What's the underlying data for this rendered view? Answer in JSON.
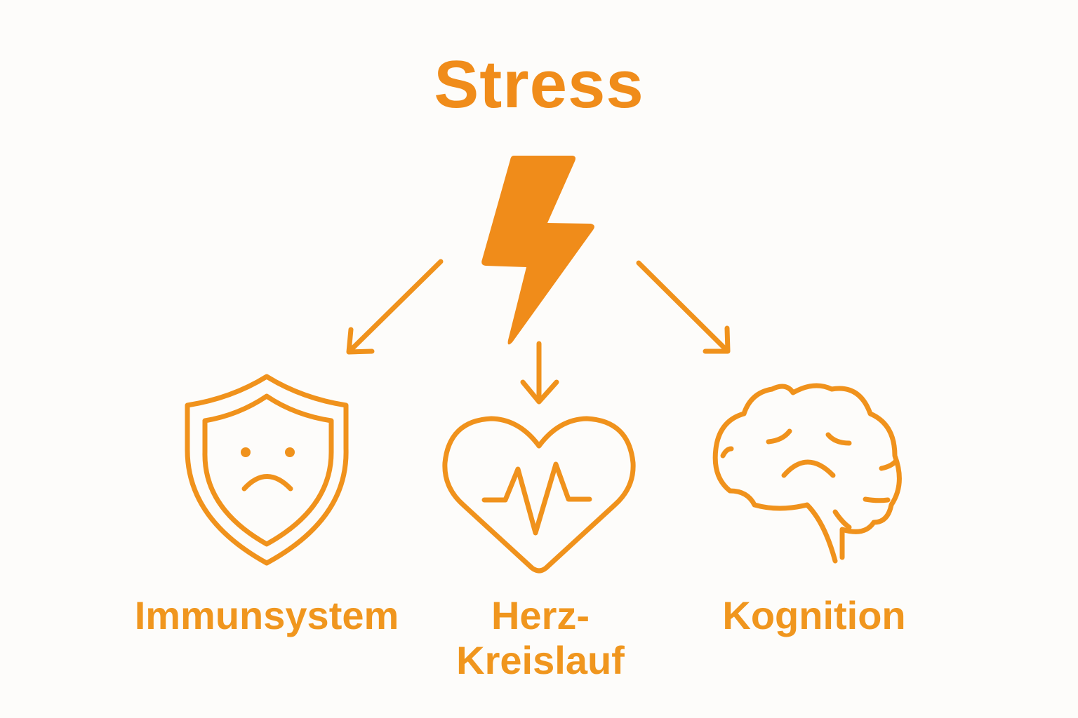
{
  "title": "Stress",
  "colors": {
    "accent": "#f08c1a",
    "label": "#f0961e",
    "background": "#fdfcfa"
  },
  "central_icon": "lightning-bolt-icon",
  "branches": [
    {
      "label": "Immunsystem",
      "icon": "sad-shield-icon",
      "arrow": "arrow-down-left"
    },
    {
      "label_line1": "Herz-",
      "label_line2": "Kreislauf",
      "icon": "heart-pulse-icon",
      "arrow": "arrow-down"
    },
    {
      "label": "Kognition",
      "icon": "sad-brain-icon",
      "arrow": "arrow-down-right"
    }
  ]
}
